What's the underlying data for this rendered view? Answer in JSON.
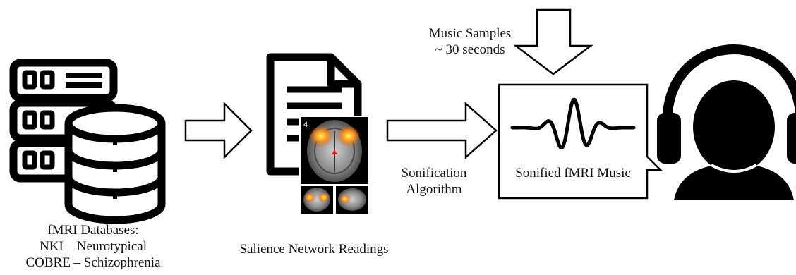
{
  "databases": {
    "caption_lines": [
      "fMRI Databases:",
      "NKI – Neurotypical",
      "COBRE – Schizophrenia"
    ]
  },
  "readings": {
    "caption": "Salience Network Readings",
    "brain_slice_number": "4"
  },
  "algorithm": {
    "label_lines": [
      "Sonification",
      "Algorithm"
    ]
  },
  "samples": {
    "label_lines": [
      "Music Samples",
      "~ 30 seconds"
    ]
  },
  "music": {
    "label": "Sonified fMRI Music"
  },
  "icons": {
    "database": "server-database-icon",
    "document": "document-icon",
    "brain": "brain-scan-icon",
    "waveform": "sound-wave-icon",
    "listener": "headphones-person-icon",
    "arrow": "right-arrow-icon"
  }
}
